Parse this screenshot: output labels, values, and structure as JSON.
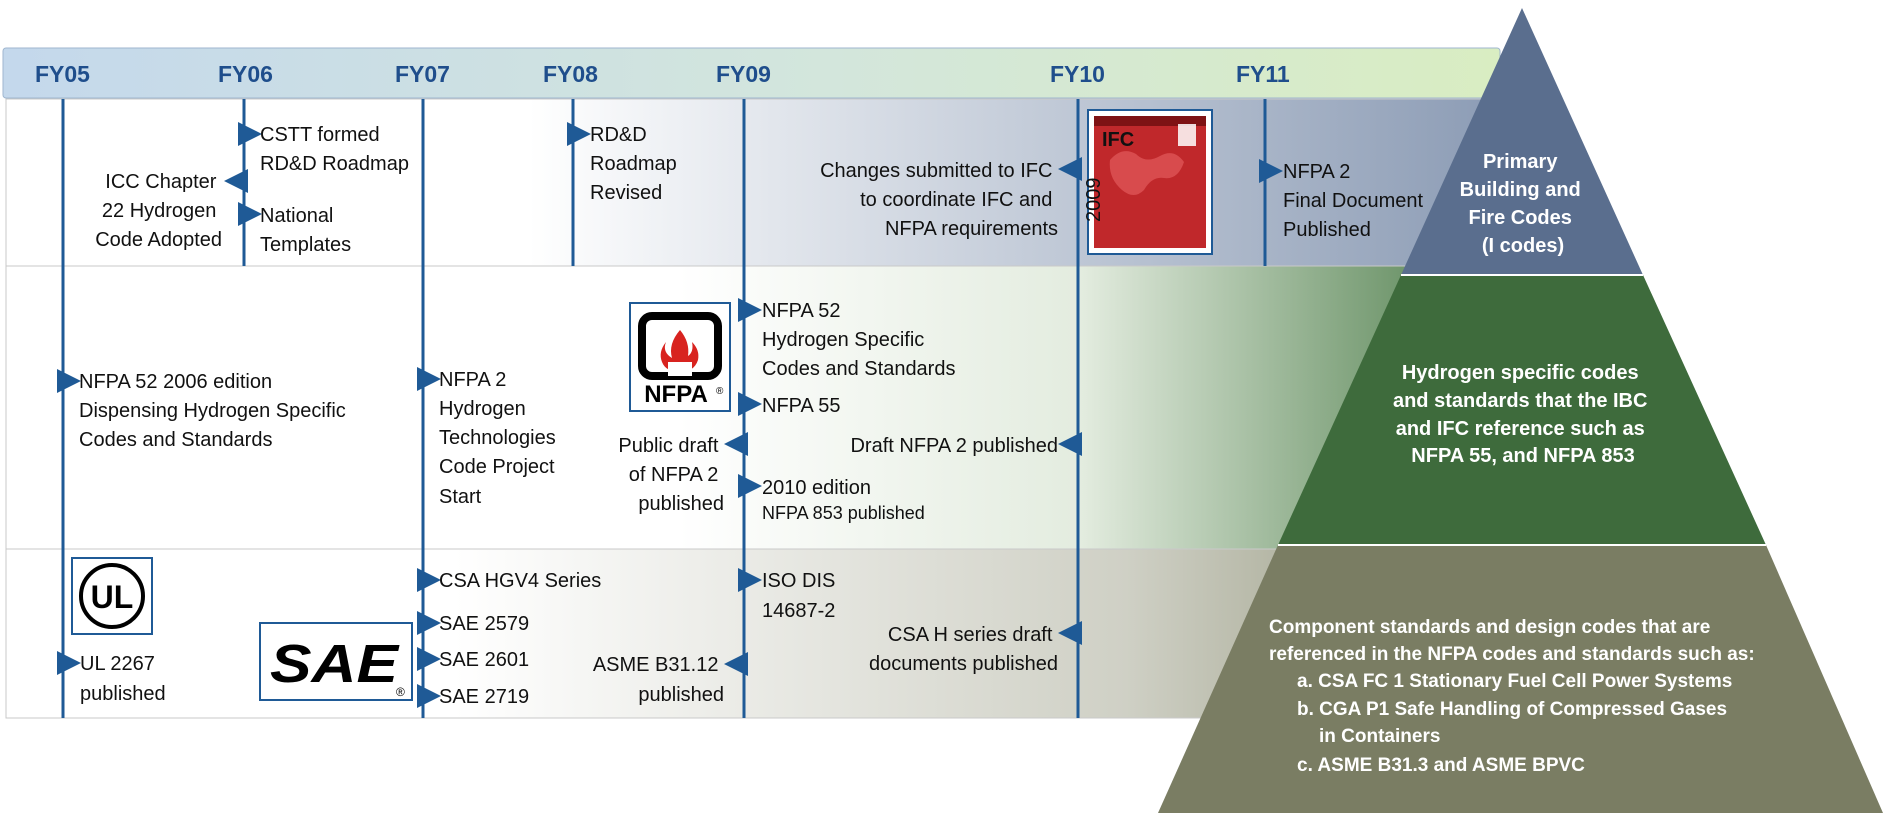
{
  "timeline": {
    "years": [
      "FY05",
      "FY06",
      "FY07",
      "FY08",
      "FY09",
      "FY10",
      "FY11"
    ],
    "tier1_events": [
      {
        "id": "icc-chapter-22",
        "lines": [
          "ICC Chapter",
          "22 Hydrogen",
          "Code Adopted"
        ]
      },
      {
        "id": "cstt-formed",
        "lines": [
          "CSTT formed",
          "RD&D Roadmap"
        ]
      },
      {
        "id": "national-templates",
        "lines": [
          "National",
          "Templates"
        ]
      },
      {
        "id": "rdd-roadmap-revised",
        "lines": [
          "RD&D",
          "Roadmap",
          "Revised"
        ]
      },
      {
        "id": "ifc-changes",
        "lines": [
          "Changes submitted to IFC",
          "to coordinate IFC and",
          "NFPA requirements"
        ]
      },
      {
        "id": "nfpa2-final",
        "lines": [
          "NFPA 2",
          "Final Document",
          "Published"
        ]
      }
    ],
    "tier2_events": [
      {
        "id": "nfpa52-2006",
        "lines": [
          "NFPA 52 2006 edition",
          "Dispensing Hydrogen Specific",
          "Codes and Standards"
        ]
      },
      {
        "id": "nfpa2-project-start",
        "lines": [
          "NFPA 2",
          "Hydrogen",
          "Technologies",
          "Code Project",
          "Start"
        ]
      },
      {
        "id": "public-draft-nfpa2",
        "lines": [
          "Public draft",
          "of NFPA 2",
          "published"
        ]
      },
      {
        "id": "nfpa52-h2",
        "lines": [
          "NFPA 52",
          "Hydrogen Specific",
          "Codes and Standards"
        ]
      },
      {
        "id": "nfpa55",
        "lines": [
          "NFPA 55"
        ]
      },
      {
        "id": "draft-nfpa2-published",
        "lines": [
          "Draft NFPA 2 published"
        ]
      },
      {
        "id": "edition-2010",
        "lines": [
          "2010 edition",
          "NFPA 853 published"
        ]
      }
    ],
    "tier3_events": [
      {
        "id": "ul2267",
        "lines": [
          "UL 2267",
          "published"
        ]
      },
      {
        "id": "csa-hgv4",
        "lines": [
          "CSA HGV4 Series"
        ]
      },
      {
        "id": "sae2579",
        "lines": [
          "SAE 2579"
        ]
      },
      {
        "id": "sae2601",
        "lines": [
          "SAE 2601"
        ]
      },
      {
        "id": "sae2719",
        "lines": [
          "SAE 2719"
        ]
      },
      {
        "id": "asme-b3112",
        "lines": [
          "ASME B31.12",
          "published"
        ]
      },
      {
        "id": "iso-dis",
        "lines": [
          "ISO DIS",
          "14687-2"
        ]
      },
      {
        "id": "csa-h-series",
        "lines": [
          "CSA H series draft",
          "documents published"
        ]
      }
    ]
  },
  "logos": {
    "ul": "UL",
    "sae": "SAE",
    "sae_mark": "®",
    "nfpa": "NFPA",
    "nfpa_mark": "®",
    "ifc": "IFC",
    "ifc_year": "2009"
  },
  "pyramid": {
    "top": [
      "Primary",
      "Building and",
      "Fire Codes",
      "(I codes)"
    ],
    "middle": [
      "Hydrogen specific codes",
      "and standards that the IBC",
      "and IFC reference such as",
      "NFPA 55, and NFPA 853"
    ],
    "bottom": [
      "Component standards and design codes that are",
      "referenced in the NFPA codes and standards such as:",
      "a. CSA FC 1 Stationary Fuel Cell Power Systems",
      "b. CGA P1 Safe Handling of Compressed Gases",
      "in Containers",
      "c. ASME B31.3 and ASME BPVC"
    ]
  },
  "colors": {
    "axis_line": "#1f5a96",
    "year_text": "#1f4e8c",
    "pyr_top": "#5a6e8e",
    "pyr_mid": "#3e6b3c",
    "pyr_bot": "#7a7d63",
    "band_left": "#c9ddee",
    "band_right": "#d8ebc4"
  }
}
